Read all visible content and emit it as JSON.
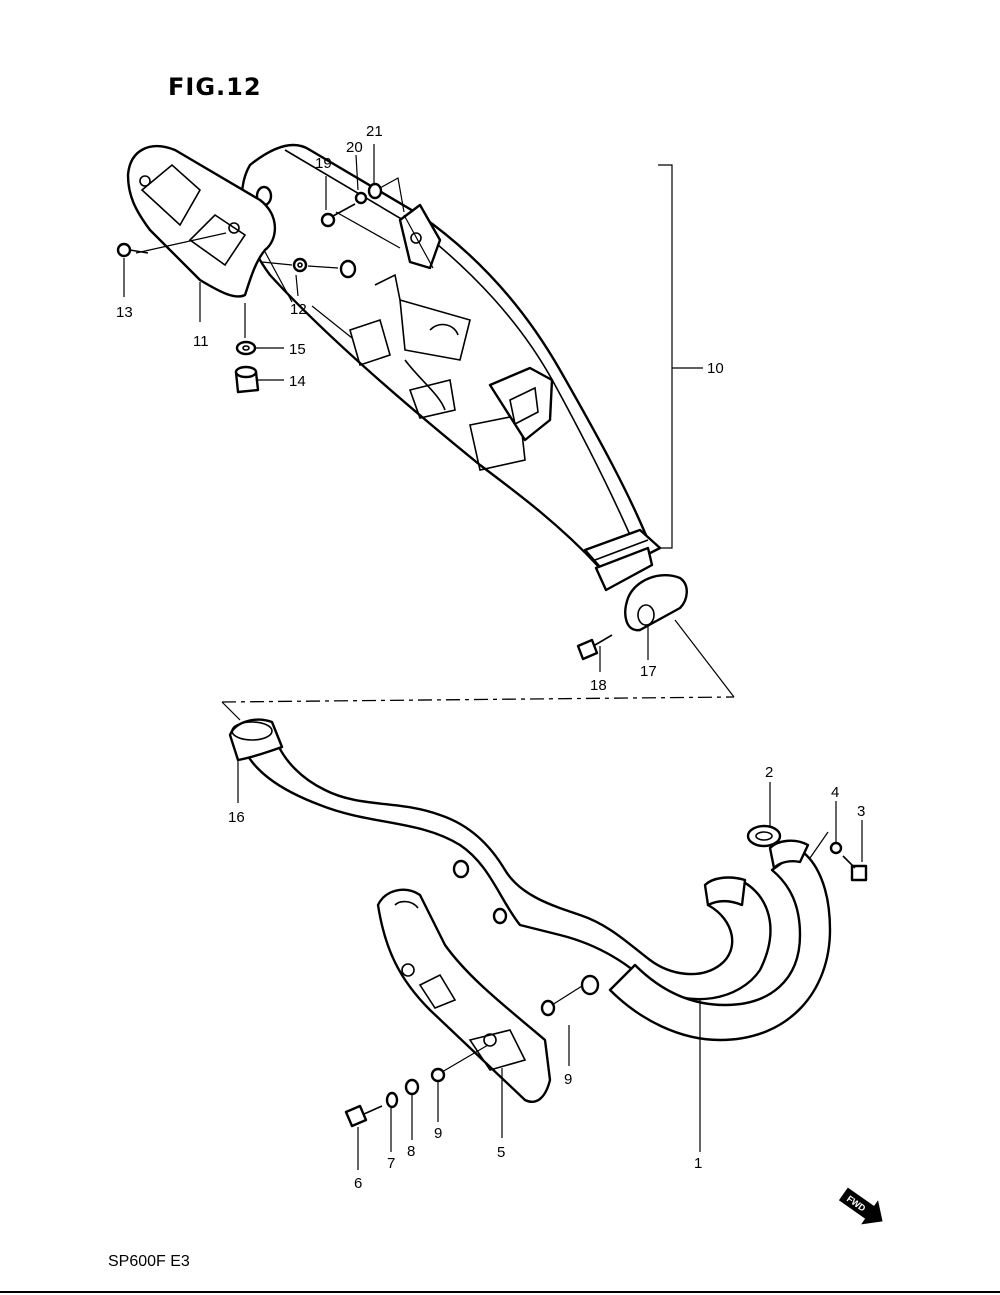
{
  "figure": {
    "title": "FIG.12",
    "footer": "SP600F E3",
    "fwd_label": "FWD"
  },
  "callouts": {
    "c1": "1",
    "c2": "2",
    "c3": "3",
    "c4": "4",
    "c5": "5",
    "c6": "6",
    "c7": "7",
    "c8": "8",
    "c9a": "9",
    "c9b": "9",
    "c10": "10",
    "c11": "11",
    "c12": "12",
    "c13": "13",
    "c14": "14",
    "c15": "15",
    "c16": "16",
    "c17": "17",
    "c18": "18",
    "c19": "19",
    "c20": "20",
    "c21": "21"
  }
}
